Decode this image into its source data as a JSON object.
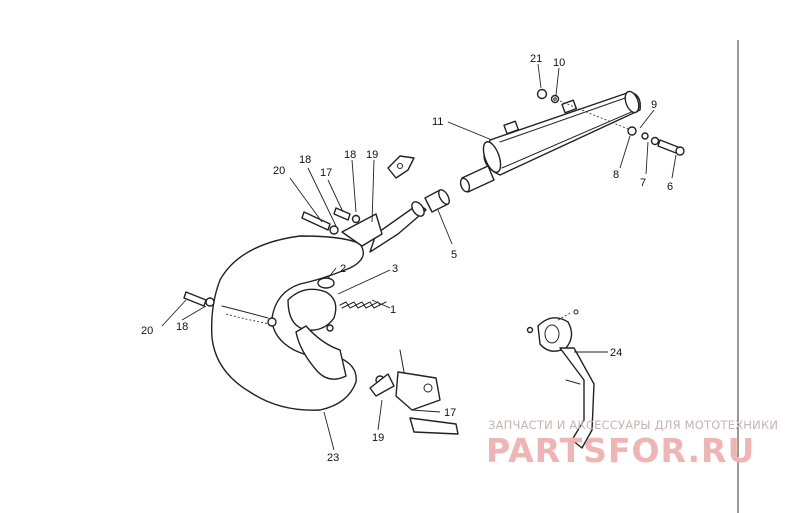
{
  "callouts": {
    "c1": "1",
    "c2": "2",
    "c3": "3",
    "c5": "5",
    "c6": "6",
    "c7": "7",
    "c8": "8",
    "c9": "9",
    "c10": "10",
    "c11": "11",
    "c17a": "17",
    "c17b": "17",
    "c18a": "18",
    "c18b": "18",
    "c18c": "18",
    "c19a": "19",
    "c19b": "19",
    "c20a": "20",
    "c20b": "20",
    "c21": "21",
    "c23": "23",
    "c24": "24"
  },
  "watermark": {
    "subtitle": "ЗАПЧАСТИ И АКСЕССУАРЫ ДЛЯ МОТОТЕХНИКИ",
    "brand": "PARTSFOR.RU"
  }
}
